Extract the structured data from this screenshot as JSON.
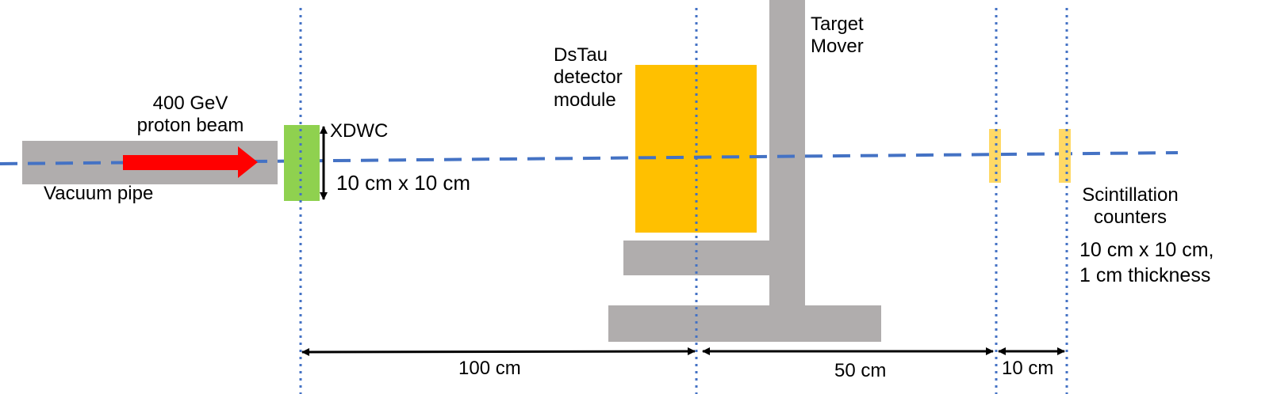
{
  "labels": {
    "beam_energy": "400 GeV",
    "beam_type": "proton beam",
    "vacuum_pipe": "Vacuum pipe",
    "xdwc": "XDWC",
    "xdwc_size": "10 cm x 10 cm",
    "detector_line1": "DsTau",
    "detector_line2": "detector",
    "detector_line3": "module",
    "mover_line1": "Target",
    "mover_line2": "Mover",
    "scint_line1": "Scintillation",
    "scint_line2": "counters",
    "scint_spec_line1": "10 cm x 10 cm,",
    "scint_spec_line2": "1 cm thickness",
    "dist_100": "100 cm",
    "dist_50": "50 cm",
    "dist_10": "10 cm"
  },
  "colors": {
    "pipe_gray": "#b0adad",
    "beam_red": "#ff0000",
    "xdwc_green": "#8fd14f",
    "detector_orange": "#ffc000",
    "counter_yellow": "#ffd966",
    "dashed_blue": "#4472c4"
  }
}
